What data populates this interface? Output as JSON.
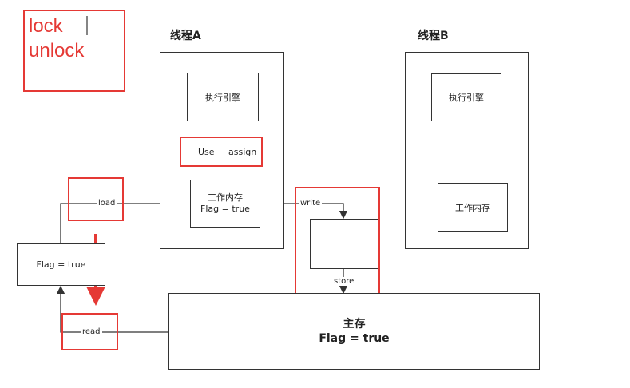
{
  "legend": {
    "lock": "lock",
    "unlock": "unlock"
  },
  "thread_a": {
    "title": "线程A",
    "engine": "执行引擎",
    "use": "Use",
    "assign": "assign",
    "work_memory_title": "工作内存",
    "work_memory_flag": "Flag = true"
  },
  "thread_b": {
    "title": "线程B",
    "engine": "执行引擎",
    "work_memory": "工作内存"
  },
  "main_memory": {
    "title": "主存",
    "flag": "Flag = true"
  },
  "left_flag": "Flag = true",
  "ops": {
    "load": "load",
    "read": "read",
    "write": "write",
    "store": "store"
  },
  "colors": {
    "highlight": "#e53935",
    "stroke": "#333333"
  }
}
